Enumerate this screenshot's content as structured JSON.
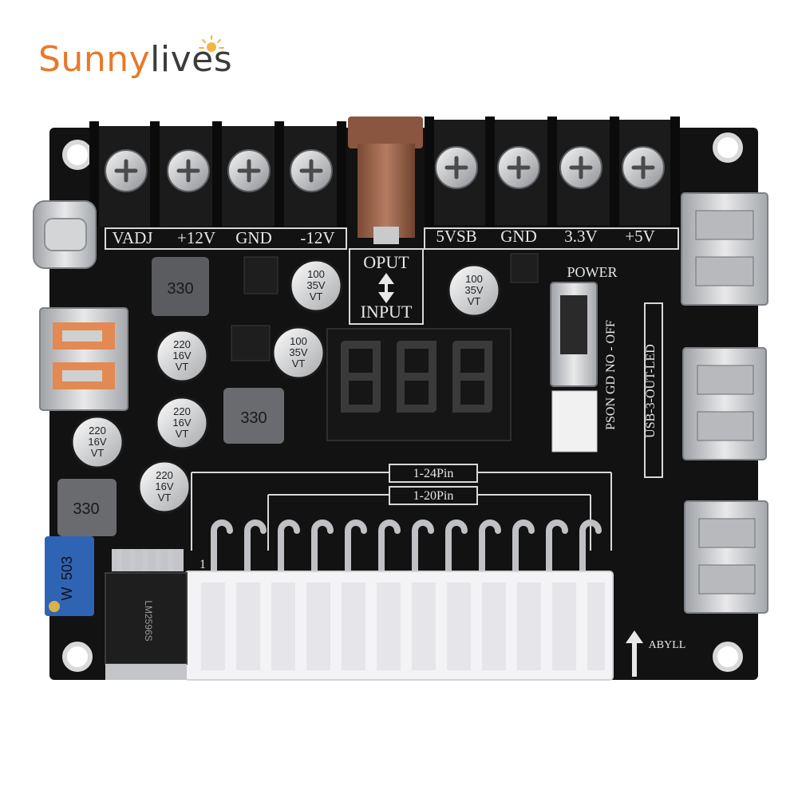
{
  "brand": {
    "name_part1": "Sunny",
    "name_part2": "lives",
    "colors": {
      "orange": "#e9782a",
      "dark": "#3b3b3b"
    }
  },
  "board": {
    "pcb_color": "#111111",
    "silkscreen_color": "#e8e8e8",
    "top_terminals": [
      "VADJ",
      "+12V",
      "GND",
      "-12V",
      "5VSB",
      "GND",
      "3.3V",
      "+5V"
    ],
    "direction_labels": {
      "output": "OPUT",
      "input": "INPUT"
    },
    "switch_label": "POWER",
    "switch_side_label": "PSON GD NO - OFF",
    "usb_side_label": "USB-3-OUT-LED",
    "pin_labels": {
      "pin24": "1-24Pin",
      "pin20": "1-20Pin"
    },
    "inductor_marking": "330",
    "capacitor_markings": {
      "cap_100_35": [
        "100",
        "35V",
        "VT"
      ],
      "cap_220_16": [
        "220",
        "16V",
        "VT"
      ]
    },
    "potentiometer_marking": "503",
    "pot_letter": "W",
    "regulator_marking": "LM2596S",
    "bottom_marking": "ABYLL",
    "pin1_marking": "1",
    "display_digits": "8.8.8."
  }
}
